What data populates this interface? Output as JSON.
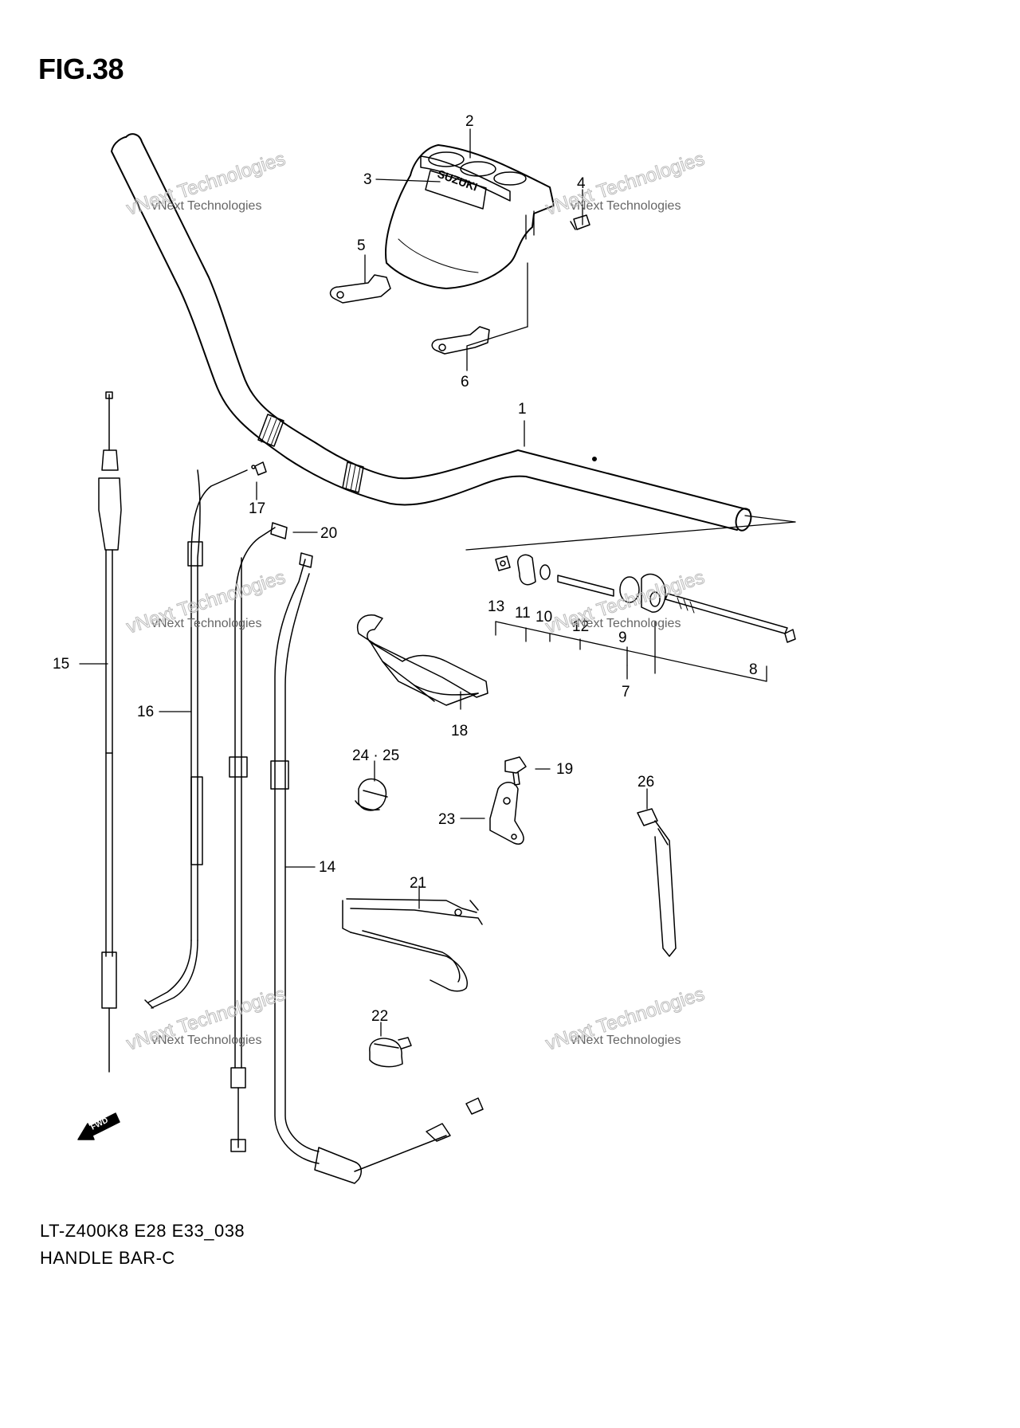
{
  "figure": {
    "title": "FIG.38",
    "model_code": "LT-Z400K8 E28 E33_038",
    "subtitle": "HANDLE BAR-C",
    "brand_logo": "SUZUKI",
    "forward_arrow": "FWD"
  },
  "watermark": {
    "line1": "vNext Technologies",
    "line2": "vNext Technologies"
  },
  "callouts": [
    "1",
    "2",
    "3",
    "4",
    "5",
    "6",
    "7",
    "8",
    "9",
    "10",
    "11",
    "12",
    "13",
    "14",
    "15",
    "16",
    "17",
    "18",
    "19",
    "20",
    "21",
    "22",
    "23",
    "24 · 25",
    "26"
  ]
}
